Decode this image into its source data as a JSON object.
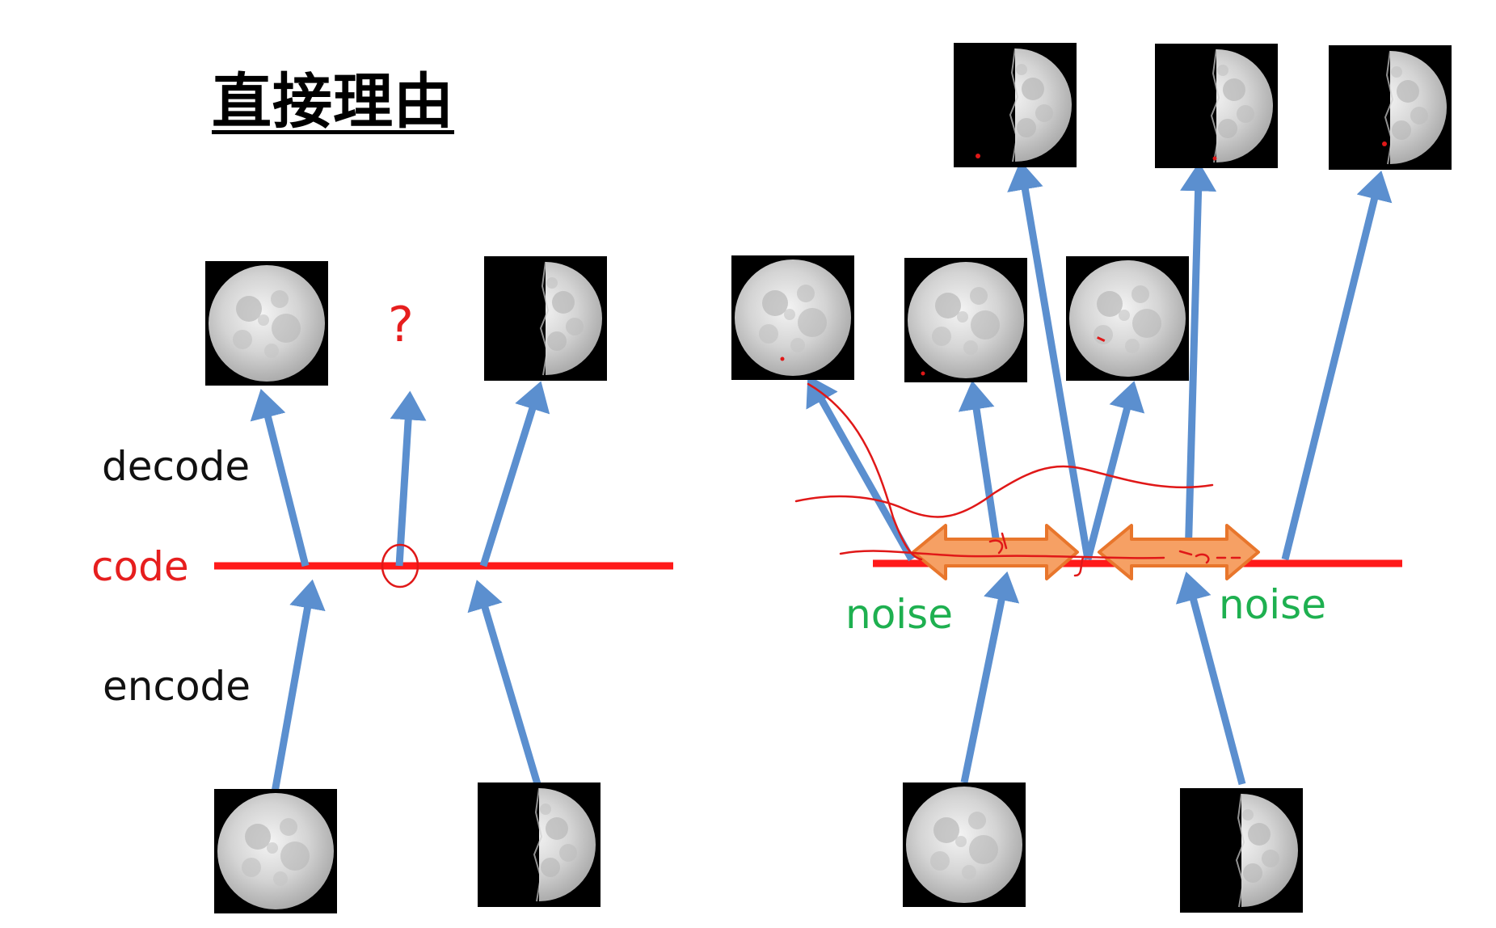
{
  "title": "直接理由",
  "labels": {
    "decode": "decode",
    "code": "code",
    "encode": "encode",
    "noise_left": "noise",
    "noise_right": "noise",
    "question_mark": "?"
  },
  "images": {
    "left_full_out": "full-moon",
    "left_half_out": "half-moon",
    "left_full_in": "full-moon",
    "left_half_in": "half-moon",
    "right_full_out_1": "full-moon",
    "right_full_out_2": "full-moon",
    "right_full_out_3": "full-moon",
    "right_half_out_1": "half-moon",
    "right_half_out_2": "half-moon",
    "right_half_out_3": "half-moon",
    "right_full_in": "full-moon",
    "right_half_in": "half-moon"
  },
  "colors": {
    "arrow": "#5b8fcf",
    "code_line": "#ff1a1a",
    "noise_arrow_fill": "#f6a064",
    "noise_arrow_stroke": "#e8762c",
    "code_text": "#e61e1e",
    "noise_text": "#1eb050",
    "ink": "#e01818"
  }
}
